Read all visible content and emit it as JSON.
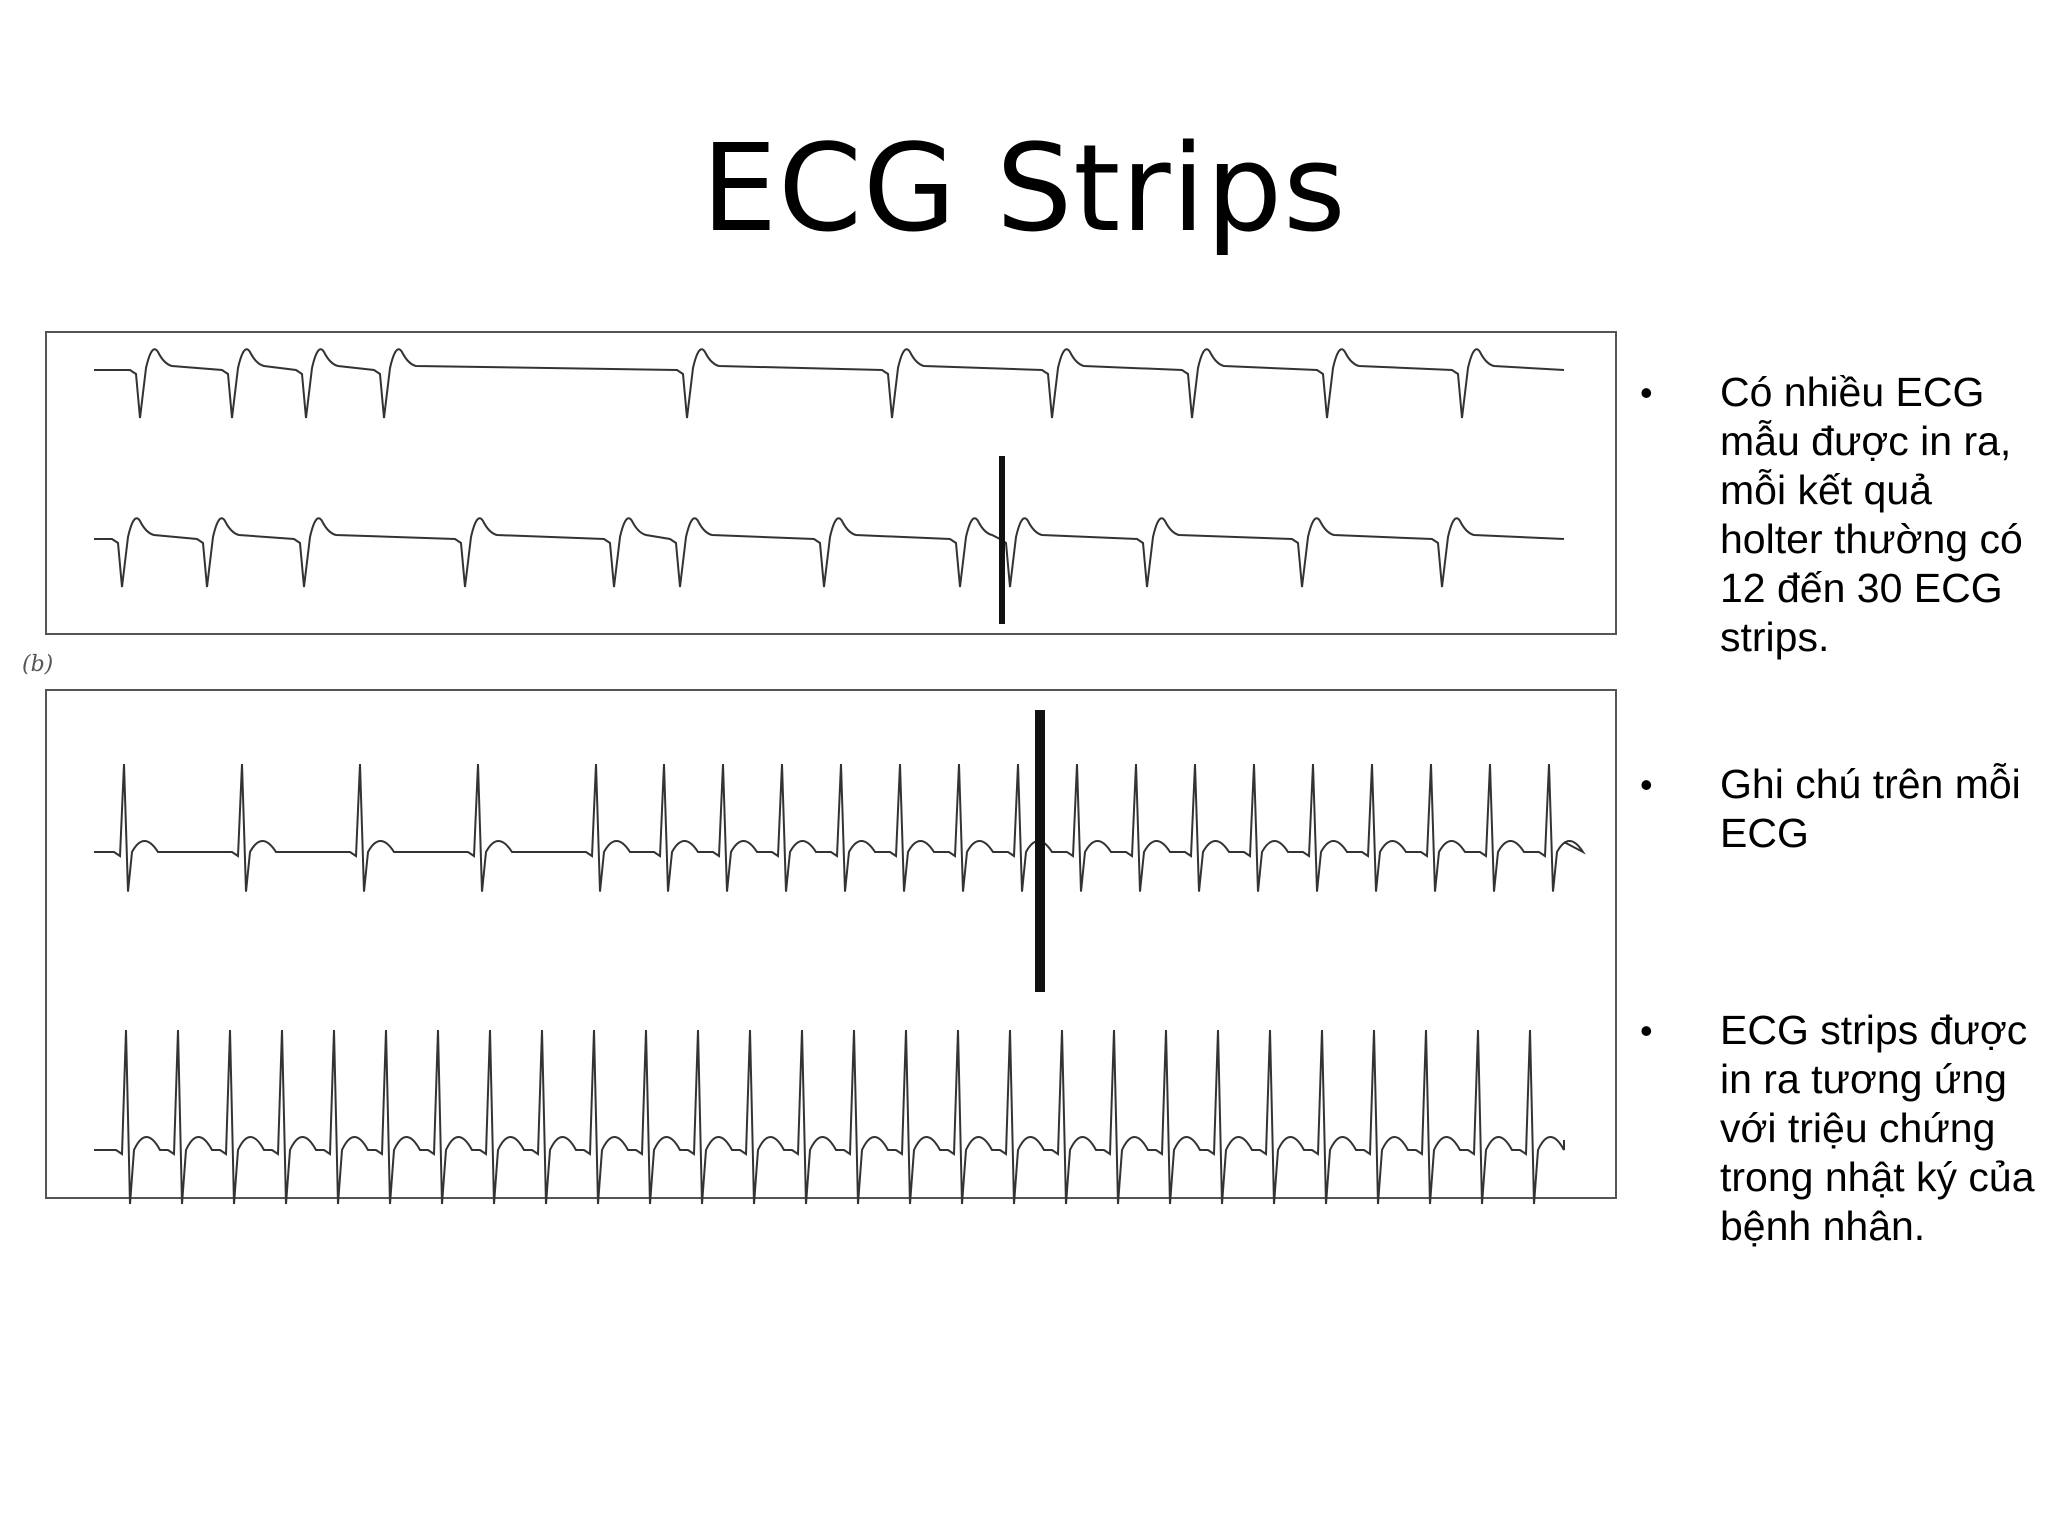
{
  "slide": {
    "title": "ECG Strips",
    "figure": {
      "panel_b_label": "(b)",
      "icon": "ecg-strip-figure"
    },
    "bullets": [
      "Có nhiều ECG mẫu được in ra, mỗi kết quả holter thường có 12 đến 30 ECG strips.",
      "Ghi chú trên mỗi ECG",
      "ECG strips được in ra tương ứng với triệu chứng trong nhật ký của bệnh nhân."
    ],
    "colors": {
      "text": "#000000",
      "trace": "#333333",
      "frame": "#555555",
      "marker": "#111111"
    }
  }
}
